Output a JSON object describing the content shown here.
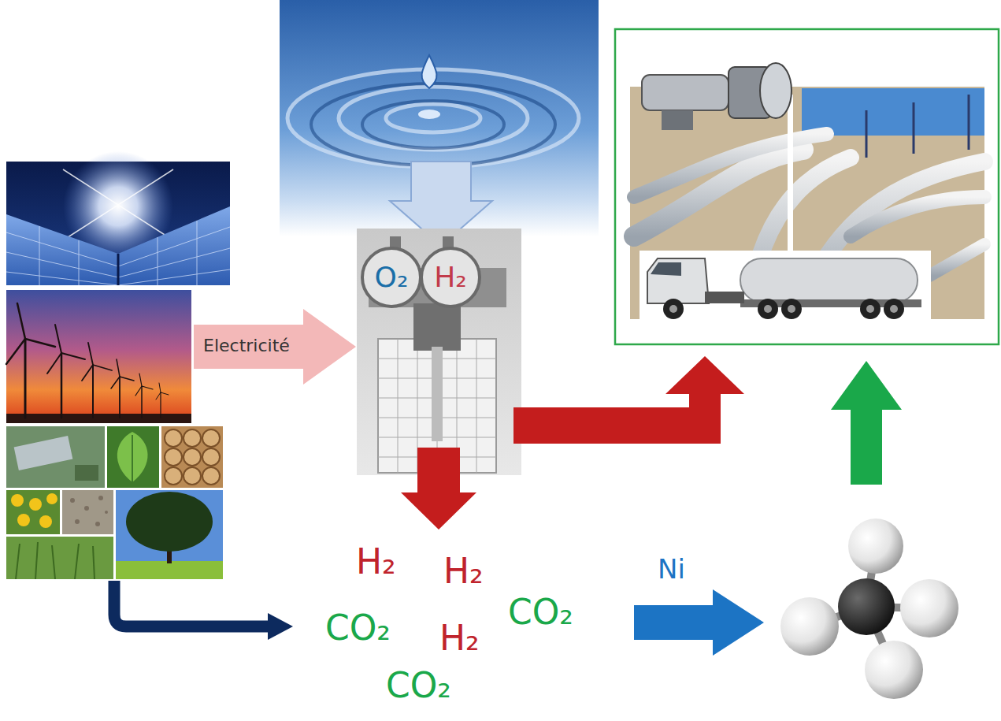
{
  "diagram": {
    "nodes": [
      {
        "text": [
          "O₂",
          "H₂"
        ]
      }
    ],
    "labels": [
      "Electricité",
      "H₂",
      "H₂",
      "CO₂",
      "CO₂",
      "H₂",
      "CO₂",
      "Ni"
    ]
  }
}
